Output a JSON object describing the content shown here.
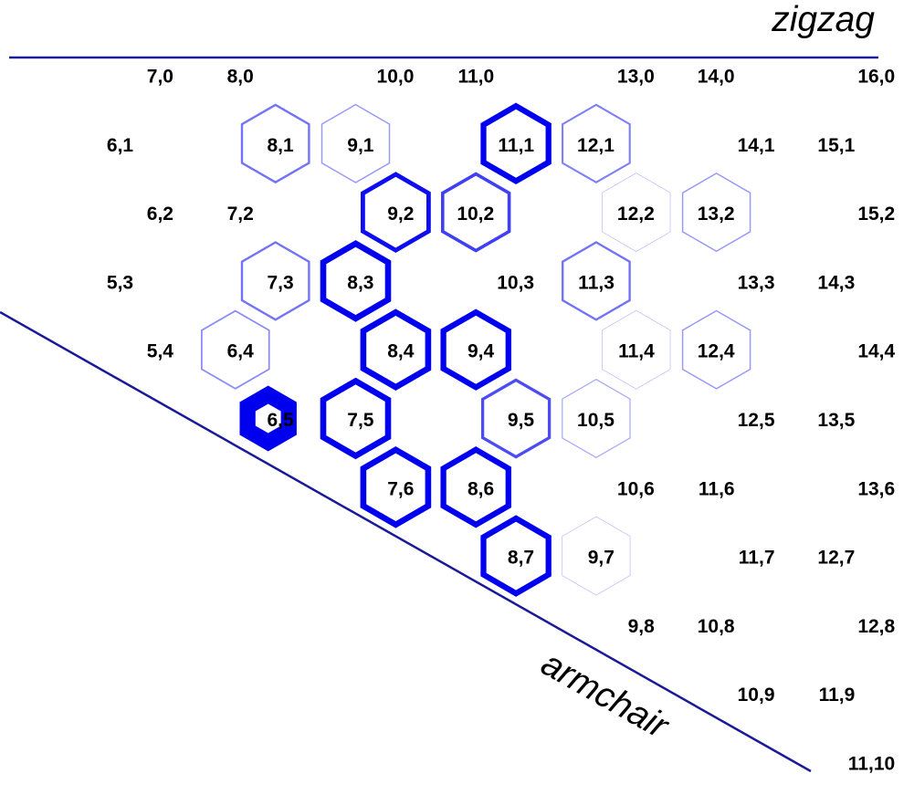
{
  "labels": {
    "zigzag": "zigzag",
    "armchair": "armchair"
  },
  "colors": {
    "line": "#1a1a99",
    "hex": "#0000ee",
    "text": "#000000"
  },
  "chart_data": {
    "type": "diagram",
    "cells": [
      {
        "n": 7,
        "m": 0,
        "label": "7,0",
        "hex": false
      },
      {
        "n": 8,
        "m": 0,
        "label": "8,0",
        "hex": false
      },
      {
        "n": 10,
        "m": 0,
        "label": "10,0",
        "hex": false
      },
      {
        "n": 11,
        "m": 0,
        "label": "11,0",
        "hex": false
      },
      {
        "n": 13,
        "m": 0,
        "label": "13,0",
        "hex": false
      },
      {
        "n": 14,
        "m": 0,
        "label": "14,0",
        "hex": false
      },
      {
        "n": 16,
        "m": 0,
        "label": "16,0",
        "hex": false
      },
      {
        "n": 6,
        "m": 1,
        "label": "6,1",
        "hex": false
      },
      {
        "n": 8,
        "m": 1,
        "label": "8,1",
        "hex": true,
        "intensity": 0.3
      },
      {
        "n": 9,
        "m": 1,
        "label": "9,1",
        "hex": true,
        "intensity": 0.15
      },
      {
        "n": 11,
        "m": 1,
        "label": "11,1",
        "hex": true,
        "intensity": 0.95
      },
      {
        "n": 12,
        "m": 1,
        "label": "12,1",
        "hex": true,
        "intensity": 0.25
      },
      {
        "n": 14,
        "m": 1,
        "label": "14,1",
        "hex": false
      },
      {
        "n": 15,
        "m": 1,
        "label": "15,1",
        "hex": false
      },
      {
        "n": 6,
        "m": 2,
        "label": "6,2",
        "hex": false
      },
      {
        "n": 7,
        "m": 2,
        "label": "7,2",
        "hex": false
      },
      {
        "n": 9,
        "m": 2,
        "label": "9,2",
        "hex": true,
        "intensity": 0.7
      },
      {
        "n": 10,
        "m": 2,
        "label": "10,2",
        "hex": true,
        "intensity": 0.5
      },
      {
        "n": 12,
        "m": 2,
        "label": "12,2",
        "hex": true,
        "intensity": 0.02
      },
      {
        "n": 13,
        "m": 2,
        "label": "13,2",
        "hex": true,
        "intensity": 0.15
      },
      {
        "n": 15,
        "m": 2,
        "label": "15,2",
        "hex": false
      },
      {
        "n": 5,
        "m": 3,
        "label": "5,3",
        "hex": false
      },
      {
        "n": 7,
        "m": 3,
        "label": "7,3",
        "hex": true,
        "intensity": 0.3
      },
      {
        "n": 8,
        "m": 3,
        "label": "8,3",
        "hex": true,
        "intensity": 1.0
      },
      {
        "n": 10,
        "m": 3,
        "label": "10,3",
        "hex": false
      },
      {
        "n": 11,
        "m": 3,
        "label": "11,3",
        "hex": true,
        "intensity": 0.3
      },
      {
        "n": 13,
        "m": 3,
        "label": "13,3",
        "hex": false
      },
      {
        "n": 14,
        "m": 3,
        "label": "14,3",
        "hex": false
      },
      {
        "n": 5,
        "m": 4,
        "label": "5,4",
        "hex": false
      },
      {
        "n": 6,
        "m": 4,
        "label": "6,4",
        "hex": true,
        "intensity": 0.2
      },
      {
        "n": 8,
        "m": 4,
        "label": "8,4",
        "hex": true,
        "intensity": 1.0
      },
      {
        "n": 9,
        "m": 4,
        "label": "9,4",
        "hex": true,
        "intensity": 0.95
      },
      {
        "n": 11,
        "m": 4,
        "label": "11,4",
        "hex": true,
        "intensity": 0.02
      },
      {
        "n": 12,
        "m": 4,
        "label": "12,4",
        "hex": true,
        "intensity": 0.15
      },
      {
        "n": 14,
        "m": 4,
        "label": "14,4",
        "hex": false
      },
      {
        "n": 6,
        "m": 5,
        "label": "6,5",
        "hex": true,
        "intensity": 1.0,
        "filled": true
      },
      {
        "n": 7,
        "m": 5,
        "label": "7,5",
        "hex": true,
        "intensity": 1.0
      },
      {
        "n": 9,
        "m": 5,
        "label": "9,5",
        "hex": true,
        "intensity": 0.45
      },
      {
        "n": 10,
        "m": 5,
        "label": "10,5",
        "hex": true,
        "intensity": 0.1
      },
      {
        "n": 12,
        "m": 5,
        "label": "12,5",
        "hex": false
      },
      {
        "n": 13,
        "m": 5,
        "label": "13,5",
        "hex": false
      },
      {
        "n": 7,
        "m": 6,
        "label": "7,6",
        "hex": true,
        "intensity": 1.0
      },
      {
        "n": 8,
        "m": 6,
        "label": "8,6",
        "hex": true,
        "intensity": 0.95
      },
      {
        "n": 10,
        "m": 6,
        "label": "10,6",
        "hex": false
      },
      {
        "n": 11,
        "m": 6,
        "label": "11,6",
        "hex": false
      },
      {
        "n": 13,
        "m": 6,
        "label": "13,6",
        "hex": false
      },
      {
        "n": 8,
        "m": 7,
        "label": "8,7",
        "hex": true,
        "intensity": 0.95
      },
      {
        "n": 9,
        "m": 7,
        "label": "9,7",
        "hex": true,
        "intensity": 0.02
      },
      {
        "n": 11,
        "m": 7,
        "label": "11,7",
        "hex": false
      },
      {
        "n": 12,
        "m": 7,
        "label": "12,7",
        "hex": false
      },
      {
        "n": 9,
        "m": 8,
        "label": "9,8",
        "hex": false
      },
      {
        "n": 10,
        "m": 8,
        "label": "10,8",
        "hex": false
      },
      {
        "n": 12,
        "m": 8,
        "label": "12,8",
        "hex": false
      },
      {
        "n": 10,
        "m": 9,
        "label": "10,9",
        "hex": false
      },
      {
        "n": 11,
        "m": 9,
        "label": "11,9",
        "hex": false
      },
      {
        "n": 11,
        "m": 10,
        "label": "11,10",
        "hex": false
      }
    ]
  }
}
